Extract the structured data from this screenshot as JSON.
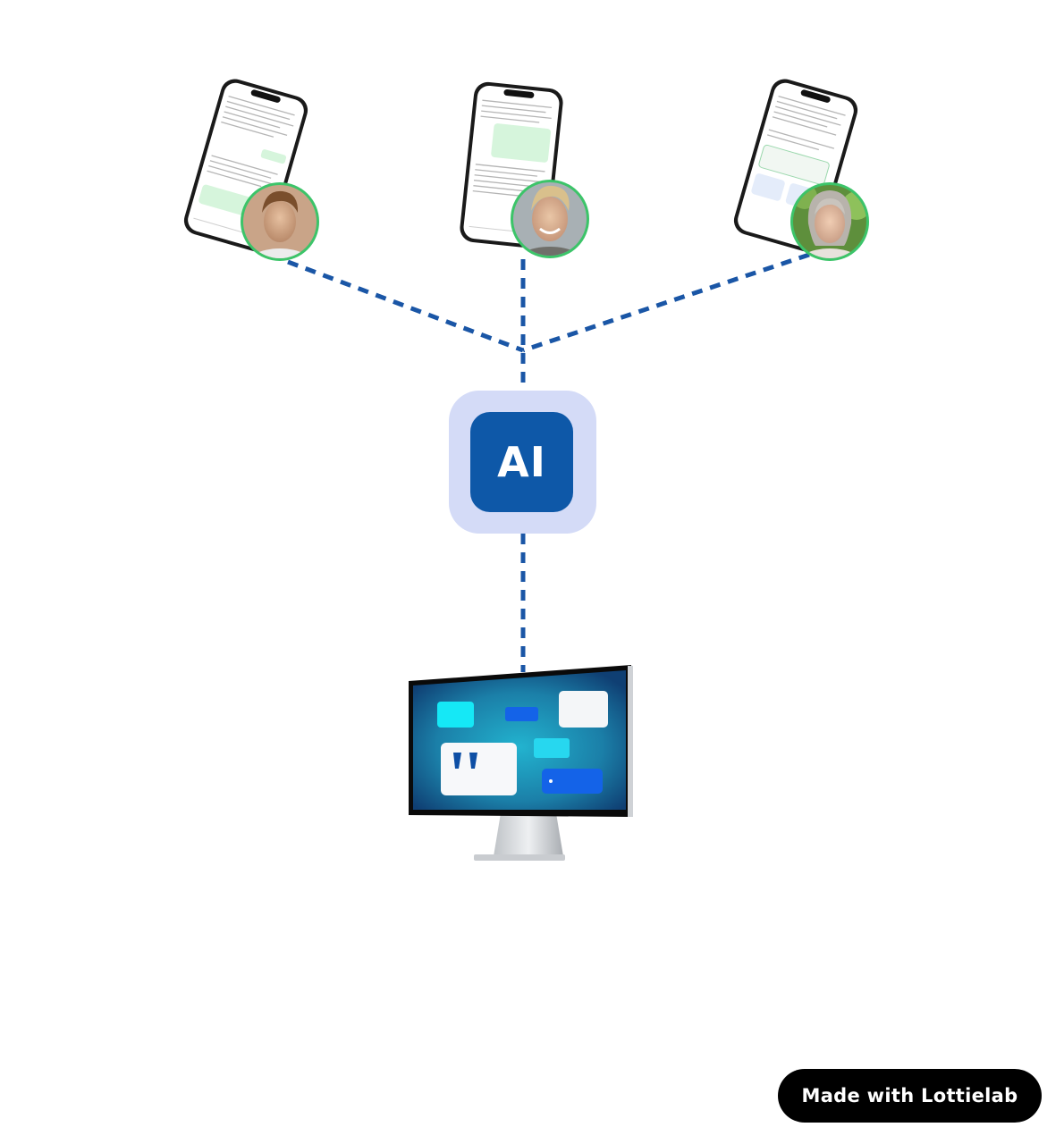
{
  "ai_tile": {
    "label": "AI",
    "outer_color": "#d4dbf7",
    "inner_color": "#0e58a8"
  },
  "connector": {
    "color": "#1a56a6",
    "style": "dashed"
  },
  "users": [
    {
      "name": "young-man-avatar",
      "ring_color": "#3cc469"
    },
    {
      "name": "smiling-man-avatar",
      "ring_color": "#3cc469"
    },
    {
      "name": "older-woman-avatar",
      "ring_color": "#3cc469"
    }
  ],
  "chat_bubble_color": "#d6f5dc",
  "monitor": {
    "screen_color": "#1b9bb7",
    "widgets": [
      "cyan-card",
      "blue-pill",
      "white-card",
      "quote-card",
      "cyan-small",
      "blue-button"
    ]
  },
  "badge": {
    "text": "Made with Lottielab"
  }
}
